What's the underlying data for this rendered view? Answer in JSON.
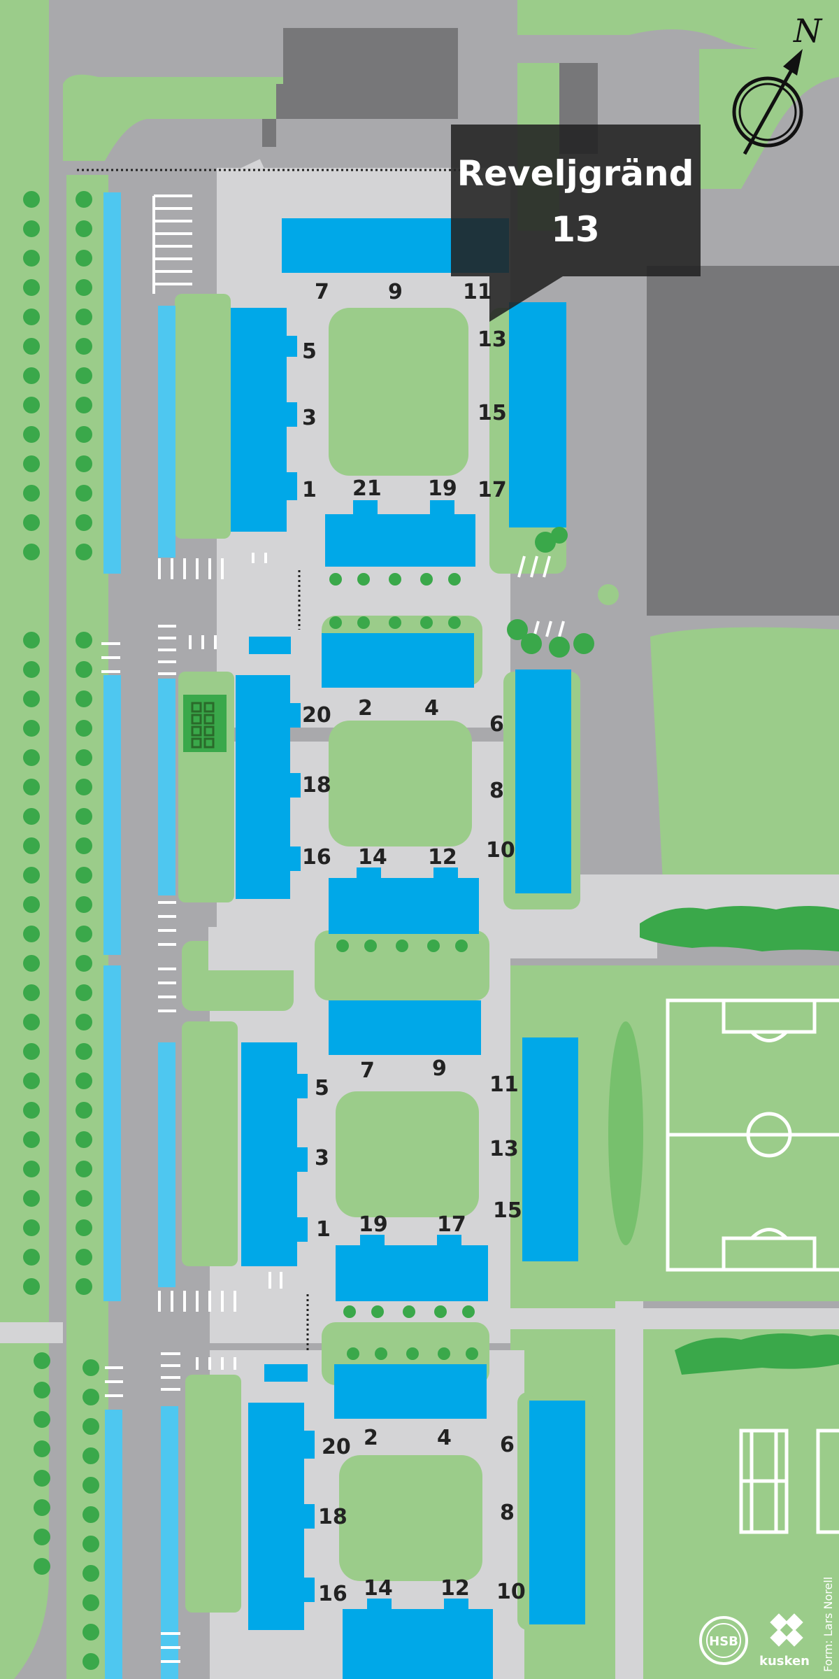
{
  "callout": {
    "street": "Reveljgränd",
    "number": "13"
  },
  "compass": {
    "north_label": "N"
  },
  "credit": {
    "text": "Form: Lars Norell"
  },
  "logos": {
    "hsb_text": "HSB",
    "kusken_text": "kusken"
  },
  "colors": {
    "building": "#00a8e8",
    "garage": "#4ec7f0",
    "lawn": "#9bcc8a",
    "path": "#d4d4d6",
    "road": "#a9a9ac",
    "other_building": "#777779",
    "shrub": "#3aa84a",
    "callout_bg": "#222222"
  },
  "house_numbers": {
    "block1": [
      "7",
      "9",
      "11",
      "5",
      "3",
      "1",
      "13",
      "15",
      "17",
      "21",
      "19"
    ],
    "block2": [
      "2",
      "4",
      "6",
      "20",
      "18",
      "16",
      "8",
      "10",
      "14",
      "12"
    ],
    "block3": [
      "7",
      "9",
      "11",
      "5",
      "3",
      "1",
      "13",
      "15",
      "19",
      "17"
    ],
    "block4": [
      "2",
      "4",
      "6",
      "20",
      "18",
      "16",
      "8",
      "10",
      "14",
      "12"
    ]
  }
}
